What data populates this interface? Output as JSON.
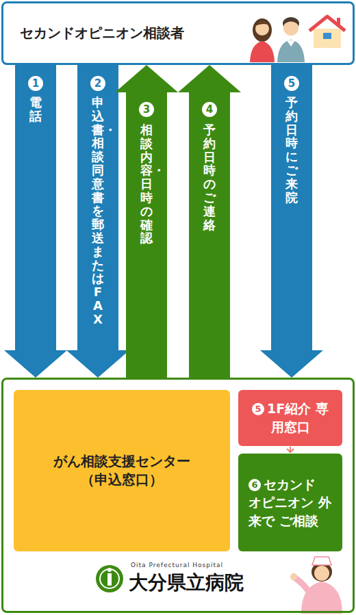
{
  "diagram": {
    "nodes": [
      {
        "text": [
          "セカンドオピニオン相談者"
        ]
      },
      {
        "text": [
          "Oita Prefectural Hospital",
          "大分県立病院"
        ]
      },
      {
        "text": [
          "がん相談支援センター （申込窓口）"
        ],
        "in": 1
      },
      {
        "text": [
          "5",
          "1F紹介 専用窓口"
        ],
        "in": 1
      },
      {
        "text": [
          "6",
          "セカンド オピニオン 外来で ご相談"
        ],
        "in": 1
      }
    ],
    "edges": [
      {
        "from": 0,
        "to": 2,
        "arrow": "to",
        "label": "電話"
      },
      {
        "from": 0,
        "to": 2,
        "arrow": "to",
        "label": "申込書・相談同意書を郵送またはFAX"
      },
      {
        "from": 2,
        "to": 0,
        "arrow": "to",
        "label": "相談内容・日時の確認"
      },
      {
        "from": 2,
        "to": 0,
        "arrow": "to",
        "label": "予約日時のご連絡"
      },
      {
        "from": 0,
        "to": 3,
        "arrow": "to",
        "label": "予約日時にご来院"
      },
      {
        "from": 3,
        "to": 4,
        "arrow": "to"
      }
    ],
    "labels": [
      "1",
      "2",
      "3",
      "4",
      "5"
    ]
  }
}
